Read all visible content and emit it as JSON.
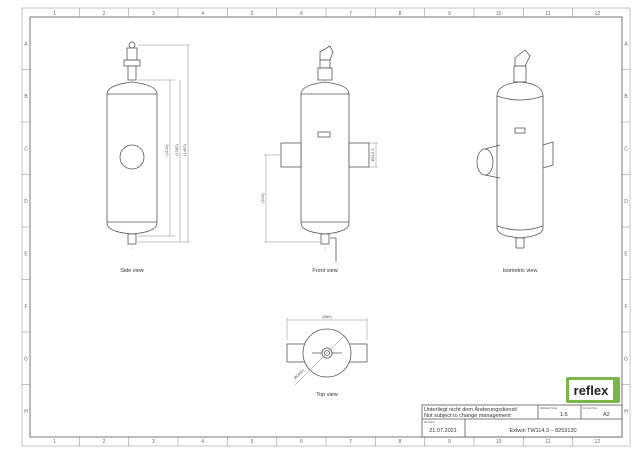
{
  "grid": {
    "columns": [
      "1",
      "2",
      "3",
      "4",
      "5",
      "6",
      "7",
      "8",
      "9",
      "10",
      "11",
      "12"
    ],
    "rows": [
      "A",
      "B",
      "C",
      "D",
      "E",
      "F",
      "G",
      "H"
    ]
  },
  "views": {
    "side": {
      "label": "Side view",
      "dims": [
        "(1120)",
        "(1285)",
        "(1462)"
      ]
    },
    "front": {
      "label": "Front view",
      "dims": [
        "Ø114.3",
        "(613)"
      ]
    },
    "isometric": {
      "label": "Isometric view"
    },
    "top": {
      "label": "Top view",
      "dims": [
        "(560)",
        "Ø(400)"
      ]
    }
  },
  "logo": {
    "text": "reflex",
    "color": "#7ab648"
  },
  "title_block": {
    "notice_line1": "Unterliegt nicht dem Änderungsdienst/",
    "notice_line2": "Not subject to change management",
    "scale_label": "Maßstab/\nScale",
    "scale_value": "1:5",
    "format_label": "Format/\nSize",
    "format_value": "A2",
    "revision_label": "Revision",
    "revision_date": "21.07.2021",
    "title": "Extwin TW114.3 – 8253130"
  }
}
